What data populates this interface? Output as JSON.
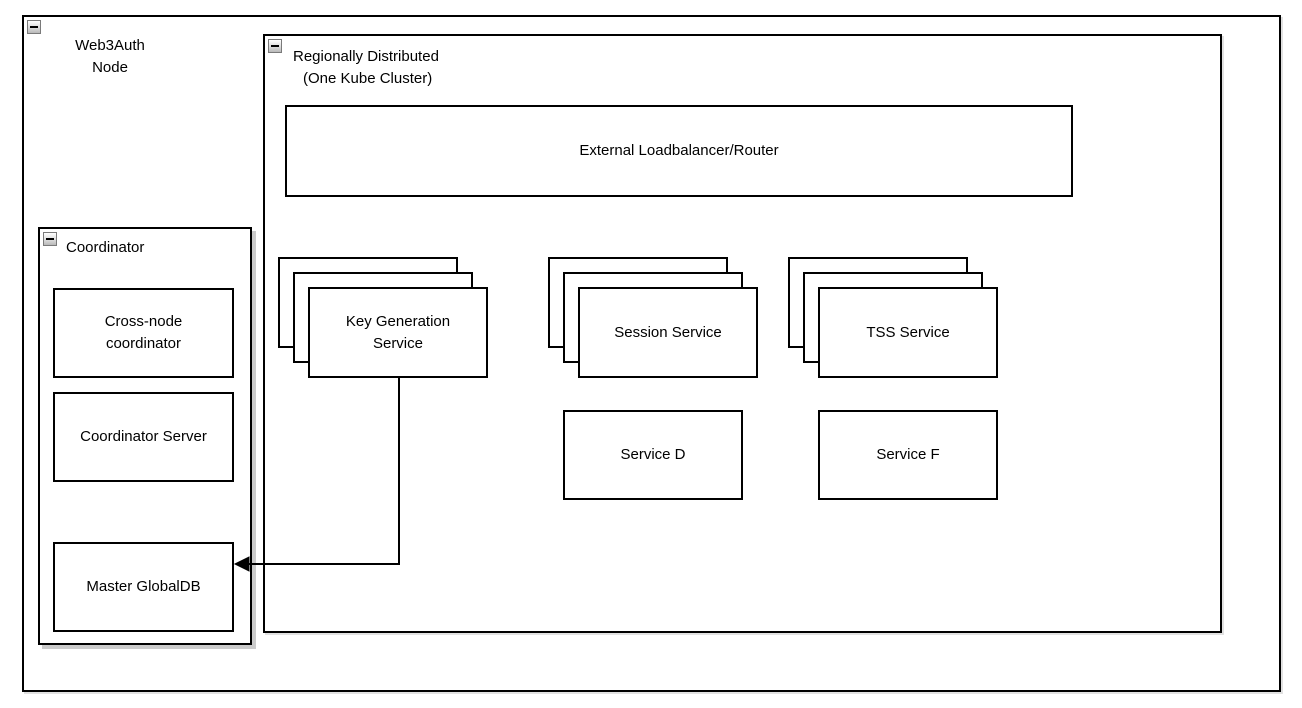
{
  "colors": {
    "border": "#000000",
    "fill": "#ffffff",
    "text": "#000000",
    "collapse_icon_bg": "#d9d9d9",
    "shadow": "#a0a0a0"
  },
  "containers": {
    "web3auth": {
      "label_line1": "Web3Auth",
      "label_line2": "Node",
      "collapse_icon": "minus"
    },
    "regional": {
      "label_line1": "Regionally Distributed",
      "label_line2": "(One Kube Cluster)",
      "collapse_icon": "minus"
    },
    "coordinator": {
      "label": "Coordinator",
      "collapse_icon": "minus"
    }
  },
  "nodes": {
    "loadbalancer": {
      "label": "External Loadbalancer/Router"
    },
    "key_generation": {
      "label_line1": "Key Generation",
      "label_line2": "Service",
      "stack_count": 3
    },
    "session": {
      "label": "Session Service",
      "stack_count": 3
    },
    "tss": {
      "label": "TSS Service",
      "stack_count": 3
    },
    "service_d": {
      "label": "Service D"
    },
    "service_f": {
      "label": "Service F"
    },
    "cross_node": {
      "label_line1": "Cross-node",
      "label_line2": "coordinator"
    },
    "coordinator_server": {
      "label": "Coordinator Server"
    },
    "master_globaldb": {
      "label": "Master GlobalDB"
    }
  },
  "edges": [
    {
      "from": "key_generation",
      "to": "master_globaldb",
      "style": "orthogonal",
      "arrowhead": "filled-left"
    }
  ]
}
